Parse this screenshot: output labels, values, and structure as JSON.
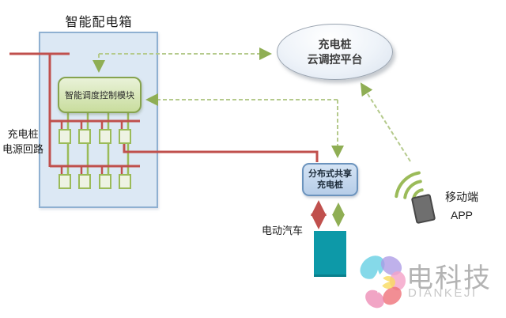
{
  "diagram": {
    "distribution_box": {
      "title": "智能配电箱",
      "module_label": "智能调度控制模块",
      "breaker_count": 8
    },
    "power_loop_label": {
      "line1": "充电桩",
      "line2": "电源回路"
    },
    "cloud_platform": {
      "line1": "充电桩",
      "line2": "云调控平台"
    },
    "shared_pile": {
      "line1": "分布式共享",
      "line2": "充电桩"
    },
    "ev_label": "电动汽车",
    "mobile_app": {
      "line1": "移动端",
      "line2": "APP"
    },
    "logo": {
      "cn": "电科技",
      "en": "DIANKEJI"
    },
    "colors": {
      "power_line_red": "#c0504d",
      "signal_green": "#9bbb59",
      "signal_dash": "#b5ca8c",
      "box_fill": "#dce8f4",
      "box_border": "#8fb0d1",
      "module_fill": "#d3e2ab",
      "pile_fill": "#c5daf0",
      "ev_teal": "#0d99a8",
      "phone_gray": "#6f6f6f"
    }
  }
}
